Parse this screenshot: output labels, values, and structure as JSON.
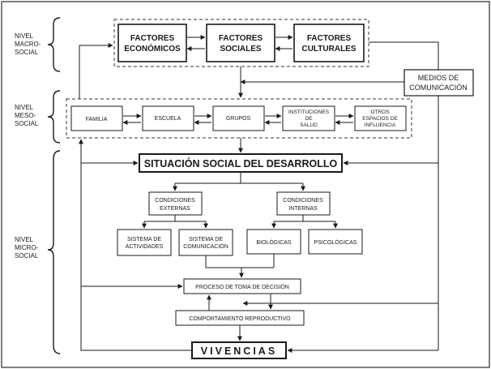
{
  "levels": {
    "macro": [
      "NIVEL",
      "MACRO-",
      "SOCIAL"
    ],
    "meso": [
      "NIVEL",
      "MESO-",
      "SOCIAL"
    ],
    "micro": [
      "NIVEL",
      "MICRO-",
      "SOCIAL"
    ]
  },
  "macro_boxes": {
    "economicos": [
      "FACTORES",
      "ECONÓMICOS"
    ],
    "sociales": [
      "FACTORES",
      "SOCIALES"
    ],
    "culturales": [
      "FACTORES",
      "CULTURALES"
    ]
  },
  "medios": [
    "MEDIOS DE",
    "COMUNICACIÓN"
  ],
  "meso_boxes": {
    "familia": [
      "FAMILIA"
    ],
    "escuela": [
      "ESCUELA"
    ],
    "grupos": [
      "GRUPOS"
    ],
    "instituciones": [
      "INSTITUCIONES",
      "DE",
      "SALUD"
    ],
    "otros": [
      "OTROS",
      "ESPACIOS DE",
      "INFLUENCIA"
    ]
  },
  "situacion": "SITUACIÓN SOCIAL DEL DESARROLLO",
  "condiciones": {
    "externas": [
      "CONDICIONES",
      "EXTERNAS"
    ],
    "internas": [
      "CONDICIONES",
      "INTERNAS"
    ]
  },
  "leaves": {
    "actividades": [
      "SISTEMA DE",
      "ACTIVIDADES"
    ],
    "comunicacion": [
      "SISTEMA DE",
      "COMUNICACIÓN"
    ],
    "biologicas": [
      "BIOLÓGICAS"
    ],
    "psicologicas": [
      "PSICOLÓGICAS"
    ]
  },
  "proceso": "PROCESO DE TOMA DE DECISIÓN",
  "comportamiento": "COMPORTAMIENTO REPRODUCTIVO",
  "vivencias": "VIVENCIAS"
}
